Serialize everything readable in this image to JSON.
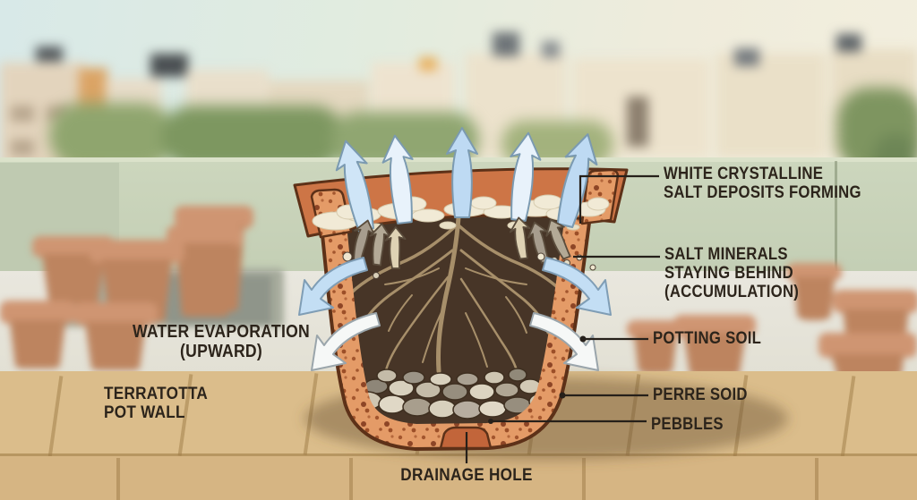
{
  "labels": {
    "white_crystalline_line1": "WHITE CRYSTALLINE",
    "white_crystalline_line2": "SALT DEPOSITS FORMING",
    "salt_minerals_line1": "SALT MINERALS",
    "salt_minerals_line2": "STAYING BEHIND",
    "salt_minerals_line3": "(ACCUMULATION)",
    "potting_soil": "POTTING SOIL",
    "perre_soid": "PERRE SOID",
    "pebbles": "PEBBLES",
    "water_evaporation_line1": "WATER EVAPORATION",
    "water_evaporation_line2": "(UPWARD)",
    "terracotta_line1": "TERRATOTTA",
    "terracotta_line2": "POT WALL",
    "drainage_hole": "DRAINAGE HOLE"
  },
  "colors": {
    "terracotta_pot": "#cd7546",
    "pot_cross_section": "#e49b67",
    "soil": "#473527",
    "salt_crust": "#f1ead6",
    "evaporation_arrow_blue": "#bedaf3",
    "evaporation_arrow_white": "#f6f8f7",
    "label_text": "#2c241b",
    "leader_line": "#26201a",
    "brick_ledge": "#dbbd8b",
    "terrace_wall": "#cbd5bc",
    "sky": "#dcebe9"
  }
}
